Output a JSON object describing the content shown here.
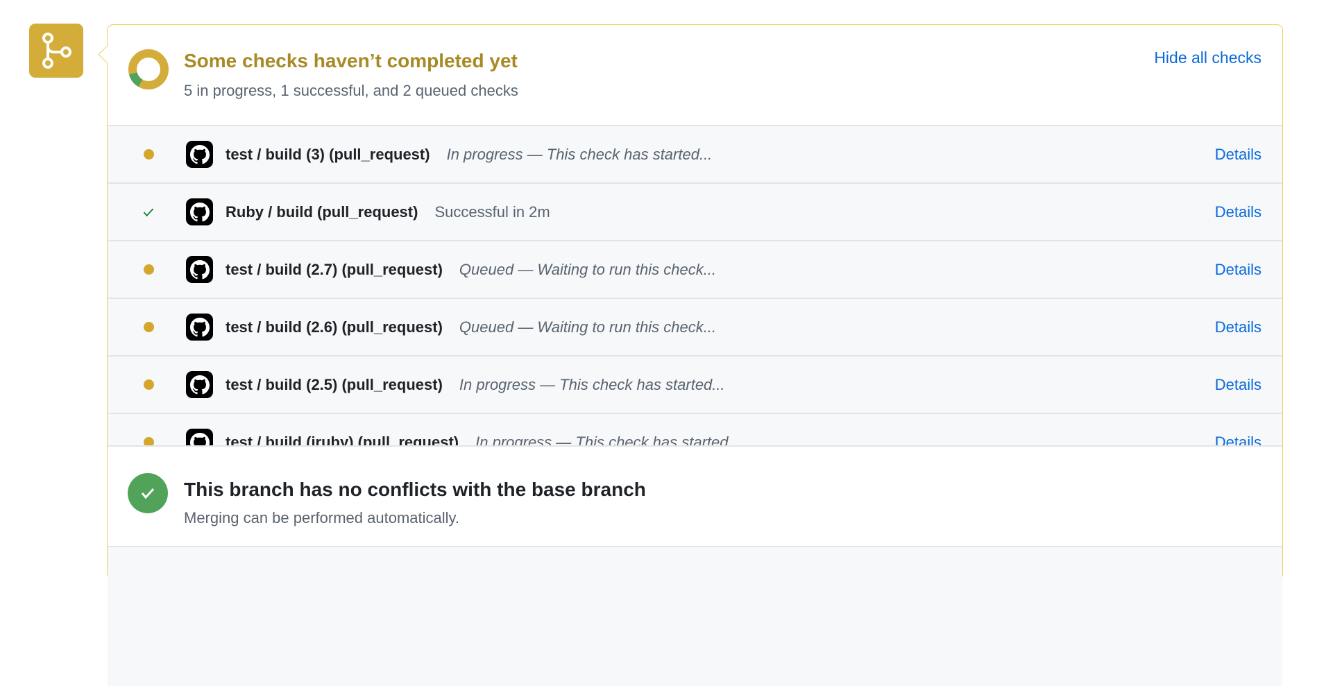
{
  "header": {
    "title": "Some checks haven’t completed yet",
    "summary": "5 in progress, 1 successful, and 2 queued checks",
    "hide_label": "Hide all checks",
    "donut": {
      "successful": 1,
      "pending": 7,
      "pending_color": "#d4ac3a",
      "success_color": "#52a35a"
    }
  },
  "checks": [
    {
      "name": "test / build (3) (pull_request)",
      "status": "pending",
      "description": "In progress — This check has started...",
      "italic": true,
      "details": "Details"
    },
    {
      "name": "Ruby / build (pull_request)",
      "status": "success",
      "description": "Successful in 2m",
      "italic": false,
      "details": "Details"
    },
    {
      "name": "test / build (2.7) (pull_request)",
      "status": "pending",
      "description": "Queued — Waiting to run this check...",
      "italic": true,
      "details": "Details"
    },
    {
      "name": "test / build (2.6) (pull_request)",
      "status": "pending",
      "description": "Queued — Waiting to run this check...",
      "italic": true,
      "details": "Details"
    },
    {
      "name": "test / build (2.5) (pull_request)",
      "status": "pending",
      "description": "In progress — This check has started...",
      "italic": true,
      "details": "Details"
    },
    {
      "name": "test / build (jruby) (pull_request)",
      "status": "pending",
      "description": "In progress — This check has started...",
      "italic": true,
      "details": "Details"
    }
  ],
  "merge": {
    "title": "This branch has no conflicts with the base branch",
    "subtitle": "Merging can be performed automatically."
  }
}
